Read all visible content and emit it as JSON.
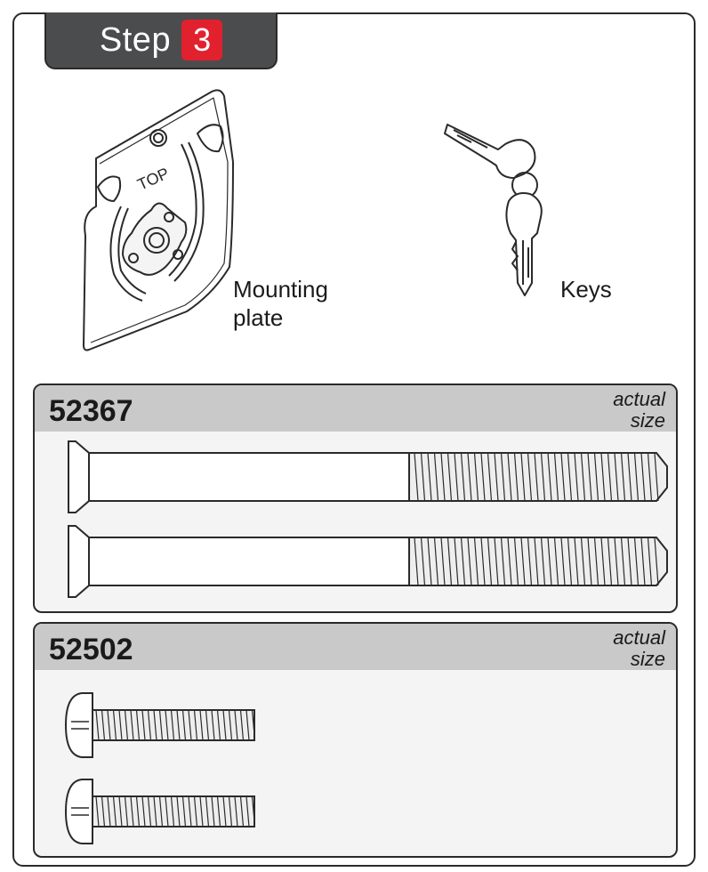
{
  "step": {
    "word": "Step",
    "number": "3"
  },
  "parts": {
    "mounting_plate": {
      "label_line1": "Mounting",
      "label_line2": "plate",
      "stamp": "TOP"
    },
    "keys": {
      "label": "Keys"
    }
  },
  "screw_sets": [
    {
      "id": "52367",
      "note_line1": "actual",
      "note_line2": "size",
      "count": 2
    },
    {
      "id": "52502",
      "note_line1": "actual",
      "note_line2": "size",
      "count": 2
    }
  ],
  "colors": {
    "tab": "#4a4c4e",
    "accent": "#e2212e",
    "panel_head": "#c9c9c9",
    "panel_body": "#f4f4f4"
  }
}
